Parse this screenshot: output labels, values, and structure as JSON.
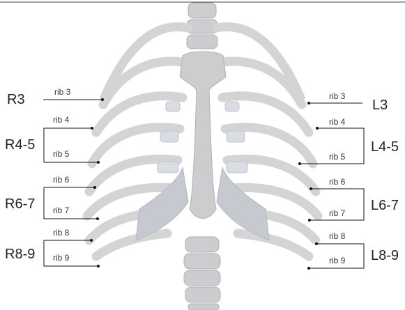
{
  "right_groups": [
    "R3",
    "R4-5",
    "R6-7",
    "R8-9"
  ],
  "left_groups": [
    "L3",
    "L4-5",
    "L6-7",
    "L8-9"
  ],
  "right_ribs": [
    "rib 3",
    "rib 4",
    "rib 5",
    "rib 6",
    "rib 7",
    "rib 8",
    "rib 9"
  ],
  "left_ribs": [
    "rib 3",
    "rib 4",
    "rib 5",
    "rib 6",
    "rib 7",
    "rib 8",
    "rib 9"
  ]
}
